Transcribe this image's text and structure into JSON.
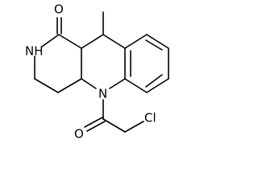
{
  "molecule": {
    "atoms": {
      "oxygen_carbonyl_top": "O",
      "nitrogen_amide": "NH",
      "nitrogen_ring": "N",
      "oxygen_carbonyl_bottom": "O",
      "chlorine": "Cl"
    }
  }
}
